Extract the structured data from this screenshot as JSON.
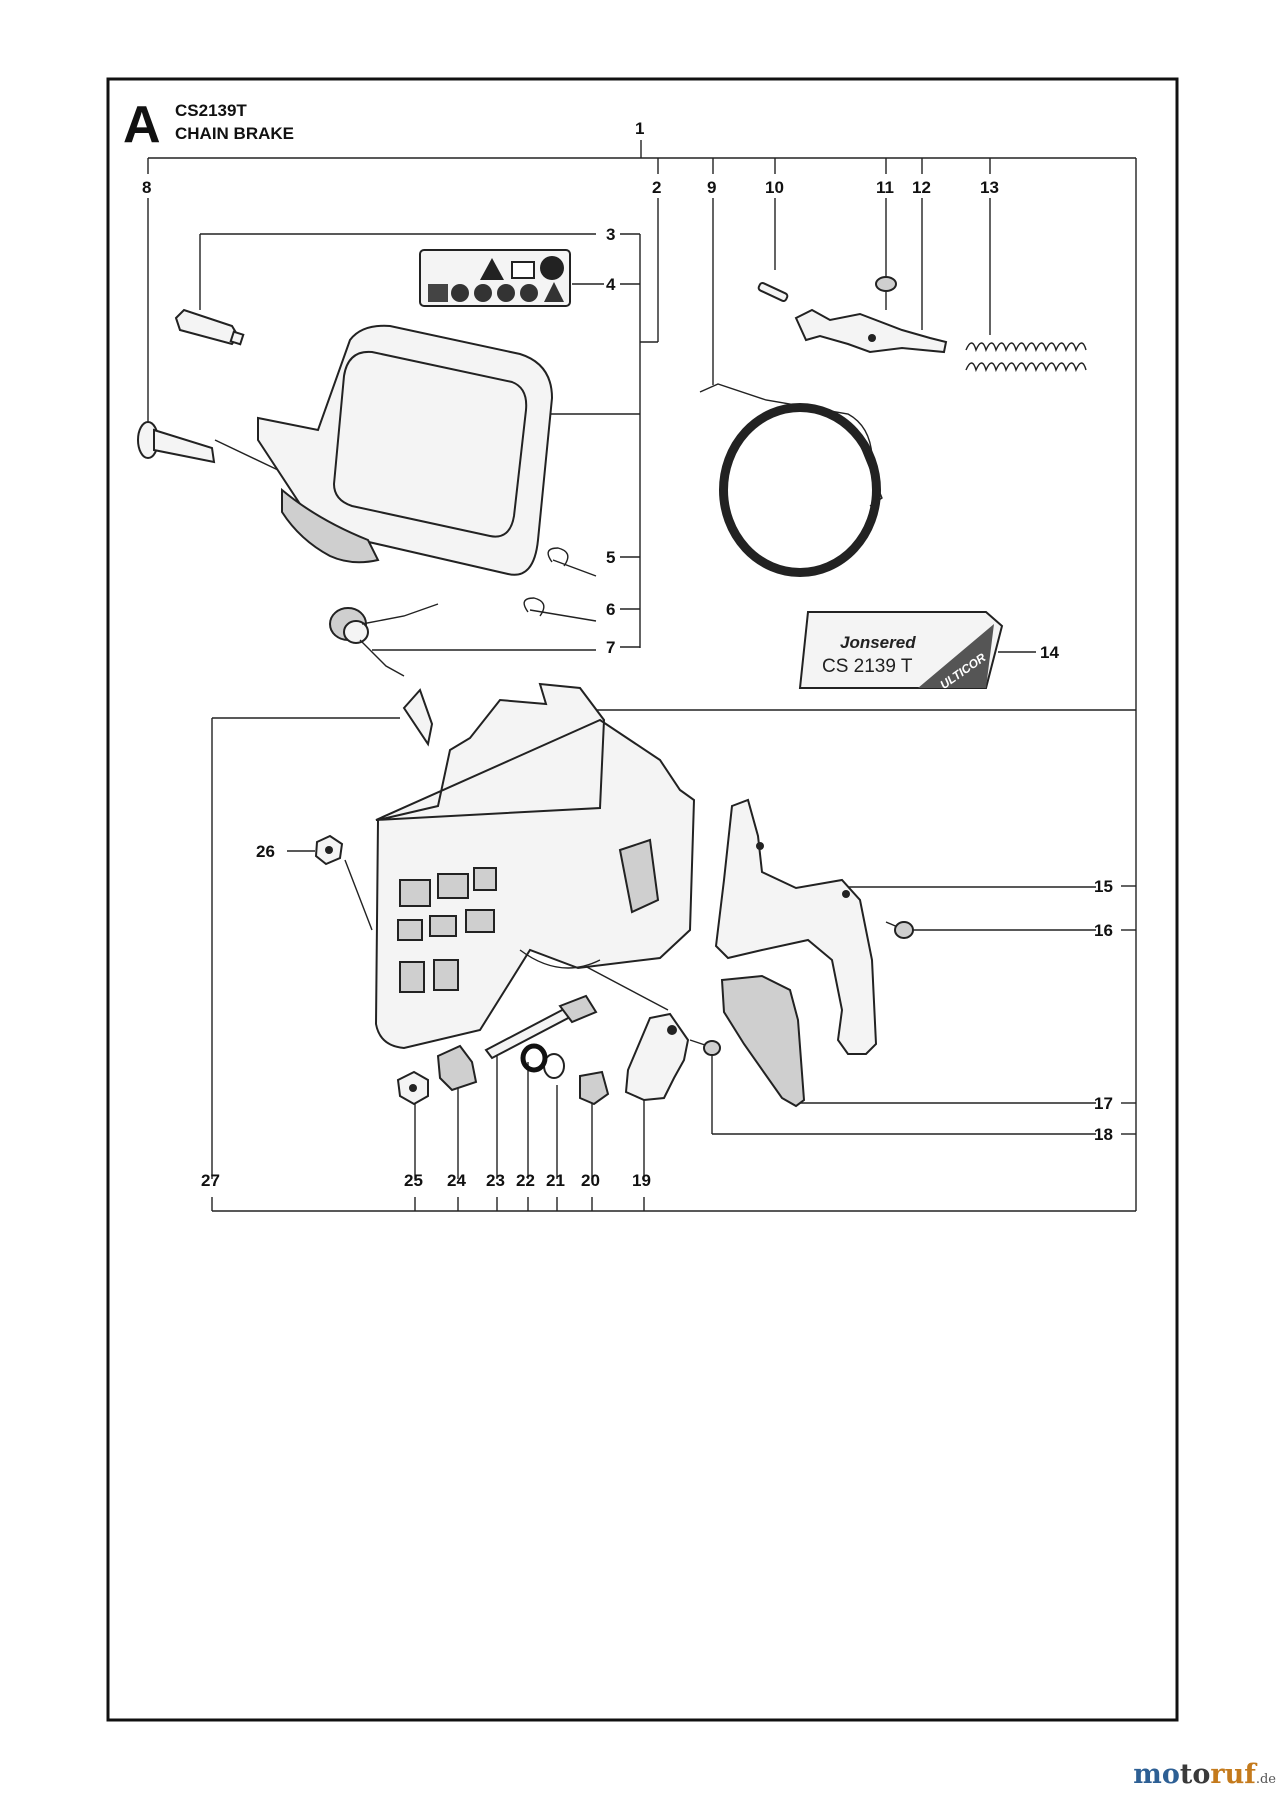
{
  "header": {
    "section_letter": "A",
    "model": "CS2139T",
    "title": "CHAIN BRAKE"
  },
  "callouts": [
    "1",
    "2",
    "3",
    "4",
    "5",
    "6",
    "7",
    "8",
    "9",
    "10",
    "11",
    "12",
    "13",
    "14",
    "15",
    "16",
    "17",
    "18",
    "19",
    "20",
    "21",
    "22",
    "23",
    "24",
    "25",
    "26",
    "27"
  ],
  "decal": {
    "brand": "Jonsered",
    "model": "CS 2139 T",
    "tag": "ULTICOR"
  },
  "watermark": {
    "part1": "mo",
    "part2": "to",
    "part3": "ruf",
    "suffix": ".de"
  }
}
